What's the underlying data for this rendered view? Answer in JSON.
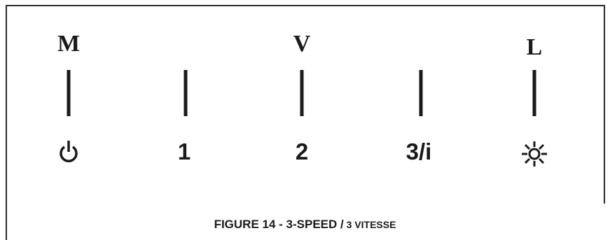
{
  "labels_top": {
    "m": "M",
    "v": "V",
    "l": "L"
  },
  "buttons": {
    "power_icon": "power-icon",
    "speed1": "1",
    "speed2": "2",
    "speed3": "3/i",
    "light_icon": "light-icon"
  },
  "caption": {
    "main": "FIGURE  14 - 3-SPEED /",
    "small": " 3 VITESSE"
  },
  "colors": {
    "ink": "#1a1a1a",
    "frame": "#2a2a2a",
    "background": "#ffffff"
  }
}
